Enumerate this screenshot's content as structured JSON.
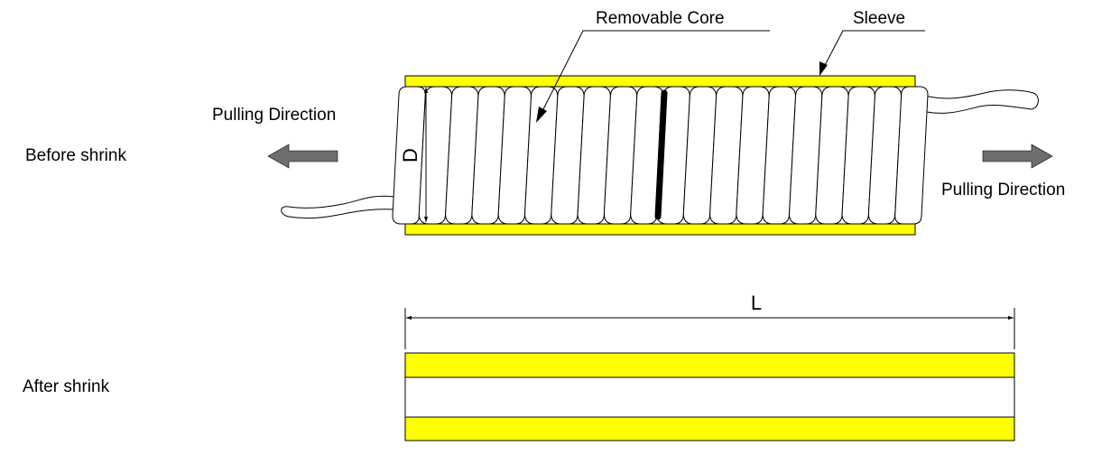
{
  "labels": {
    "before": "Before shrink",
    "after": "After shrink",
    "pulling_left": "Pulling Direction",
    "pulling_right": "Pulling Direction",
    "core": "Removable Core",
    "sleeve": "Sleeve",
    "diameter": "D",
    "length": "L"
  },
  "colors": {
    "sleeve": "#ffff00",
    "arrow": "#6e6e6e",
    "stroke": "#000000"
  },
  "coil": {
    "turns": 20
  }
}
